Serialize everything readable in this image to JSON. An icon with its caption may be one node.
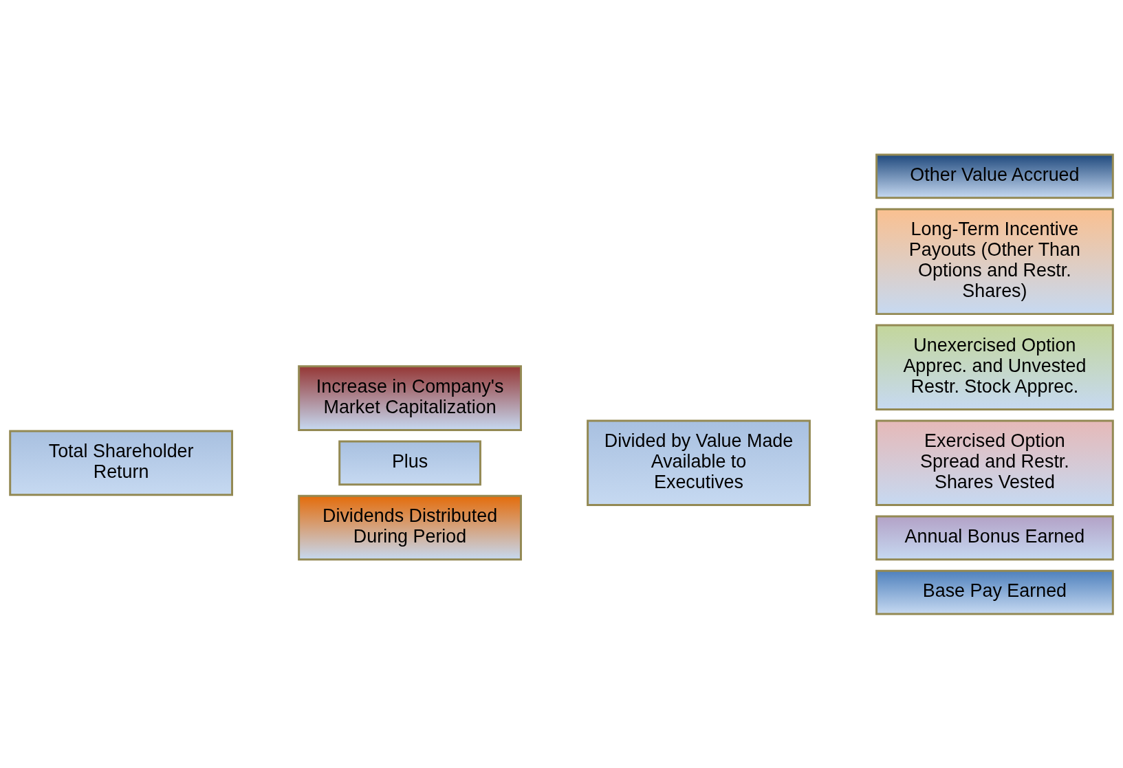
{
  "diagram": {
    "nodes": [
      {
        "text": [
          "Total Shareholder Return"
        ]
      },
      {
        "text": [
          "Increase in Company's Market Capitalization"
        ]
      },
      {
        "text": [
          "Plus"
        ]
      },
      {
        "text": [
          "Dividends Distributed During Period"
        ]
      },
      {
        "text": [
          "Divided by Value Made Available to Executives"
        ]
      },
      {
        "text": [
          "Other Value Accrued"
        ]
      },
      {
        "text": [
          "Long-Term Incentive Payouts (Other Than Options and Restr. Shares)"
        ]
      },
      {
        "text": [
          "Unexercised Option Apprec. and Unvested Restr. Stock Apprec."
        ]
      },
      {
        "text": [
          "Exercised Option Spread and Restr. Shares Vested"
        ]
      },
      {
        "text": [
          "Annual Bonus Earned"
        ]
      },
      {
        "text": [
          "Base Pay Earned"
        ]
      }
    ],
    "edges": []
  }
}
